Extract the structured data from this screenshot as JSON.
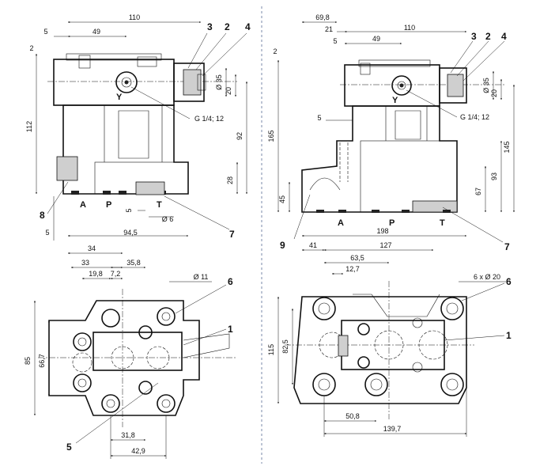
{
  "left_front": {
    "dims": {
      "d110": "110",
      "d49": "49",
      "d5": "5",
      "d2": "2",
      "d112": "112",
      "d92": "92",
      "d28": "28",
      "d20": "20",
      "d35": "Ø 35",
      "d94_5": "94,5",
      "d5_bottom": "5",
      "d5_side": "5",
      "d6": "Ø 6"
    },
    "callouts": {
      "c3": "3",
      "c2": "2",
      "c4": "4",
      "c8": "8",
      "c7": "7"
    },
    "thread": "G 1/4; 12",
    "port_y": "Y",
    "ports": {
      "a": "A",
      "p": "P",
      "t": "T"
    }
  },
  "left_plan": {
    "dims": {
      "d34": "34",
      "d33": "33",
      "d35_8": "35,8",
      "d19_8": "19,8",
      "d7_2": "7,2",
      "d11": "Ø 11",
      "d85": "85",
      "d66_7": "66,7",
      "d31_8": "31,8",
      "d42_9": "42,9"
    },
    "callouts": {
      "c6": "6",
      "c1": "1",
      "c5": "5"
    }
  },
  "right_front": {
    "dims": {
      "d69_8": "69,8",
      "d21": "21",
      "d110": "110",
      "d5": "5",
      "d49": "49",
      "d2": "2",
      "d165": "165",
      "d145": "145",
      "d93": "93",
      "d67": "67",
      "d45": "45",
      "d20": "20",
      "d35": "Ø 35",
      "d5_side": "5"
    },
    "callouts": {
      "c3": "3",
      "c2": "2",
      "c4": "4",
      "c9": "9",
      "c7": "7"
    },
    "thread": "G 1/4; 12",
    "port_y": "Y",
    "ports": {
      "a": "A",
      "p": "P",
      "t": "T"
    }
  },
  "right_plan": {
    "dims": {
      "d198": "198",
      "d41": "41",
      "d127": "127",
      "d63_5": "63,5",
      "d12_7": "12,7",
      "d6x20": "6 x Ø 20",
      "d115": "115",
      "d82_5": "82,5",
      "d50_8": "50,8",
      "d139_7": "139,7"
    },
    "callouts": {
      "c6": "6",
      "c1": "1"
    }
  }
}
